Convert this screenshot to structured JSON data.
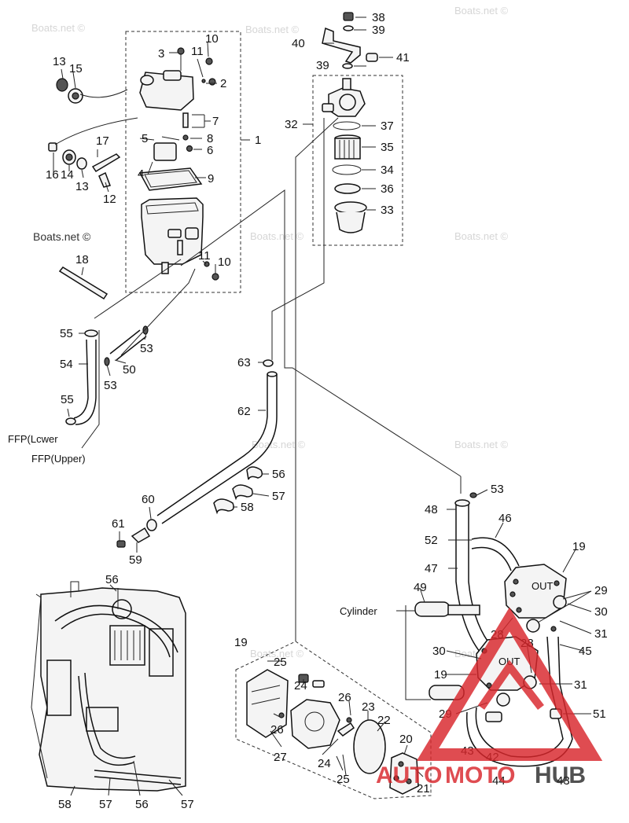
{
  "watermarks": {
    "top_left": "Boats.net ©",
    "top_center": "Boats.net ©",
    "top_right": "Boats.net ©",
    "left_label": "Boats.net ©",
    "mid_center": "Boats.net ©",
    "mid_right": "Boats.net ©",
    "center": "Boats.net ©",
    "right_center": "Boats.net ©",
    "lower_center": "Boats.net ©",
    "lower_right": "Boats.net ©"
  },
  "callouts": {
    "n1": "1",
    "n2": "2",
    "n3": "3",
    "n4": "4",
    "n5": "5",
    "n6": "6",
    "n7": "7",
    "n8": "8",
    "n9": "9",
    "n10a": "10",
    "n10b": "10",
    "n11a": "11",
    "n11b": "11",
    "n12": "12",
    "n13a": "13",
    "n13b": "13",
    "n14": "14",
    "n15": "15",
    "n16": "16",
    "n17": "17",
    "n18": "18",
    "n19a": "19",
    "n19b": "19",
    "n19c": "19",
    "n20": "20",
    "n21": "21",
    "n22": "22",
    "n23": "23",
    "n24a": "24",
    "n24b": "24",
    "n25a": "25",
    "n25b": "25",
    "n26a": "26",
    "n26b": "26",
    "n27": "27",
    "n28a": "28",
    "n28b": "28",
    "n29a": "29",
    "n29b": "29",
    "n30a": "30",
    "n30b": "30",
    "n31a": "31",
    "n31b": "31",
    "n32": "32",
    "n33": "33",
    "n34": "34",
    "n35": "35",
    "n36": "36",
    "n37": "37",
    "n38": "38",
    "n39a": "39",
    "n39b": "39",
    "n40": "40",
    "n41": "41",
    "n42": "42",
    "n43a": "43",
    "n43b": "43",
    "n44": "44",
    "n45": "45",
    "n46": "46",
    "n47": "47",
    "n48": "48",
    "n49": "49",
    "n50": "50",
    "n51": "51",
    "n52": "52",
    "n53a": "53",
    "n53b": "53",
    "n53c": "53",
    "n54": "54",
    "n55a": "55",
    "n55b": "55",
    "n56a": "56",
    "n56b": "56",
    "n56c": "56",
    "n57a": "57",
    "n57b": "57",
    "n57c": "57",
    "n58a": "58",
    "n58b": "58",
    "n59": "59",
    "n60": "60",
    "n61": "61",
    "n62": "62",
    "n63": "63"
  },
  "text_labels": {
    "ffp_lower": "FFP(Lcwer",
    "ffp_upper": "FFP(Upper)",
    "cylinder": "Cylinder",
    "out_upper": "OUT",
    "out_lower": "OUT"
  },
  "logo": {
    "part1": "AUTO",
    "part2": "MOTO",
    "part3": "HUB",
    "colors": {
      "red": "#d9262b",
      "dark": "#2b2b2b"
    }
  }
}
